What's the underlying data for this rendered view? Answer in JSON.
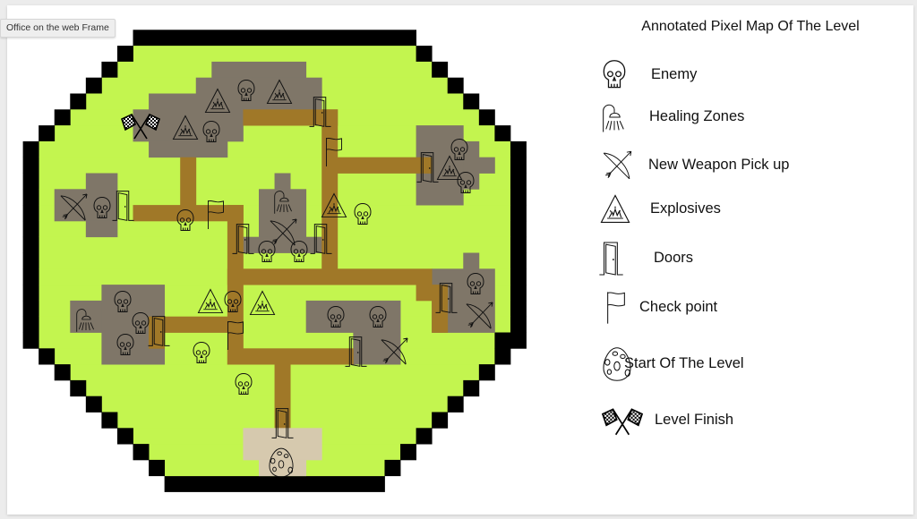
{
  "frame_tooltip": "Office on the web Frame",
  "slide": {
    "colors": {
      "ground": "#c3f54f",
      "wall": "#000000",
      "room": "#7f7668",
      "corridor": "#a07828",
      "start_room": "#d6c9ae"
    },
    "legend": {
      "title": "Annotated Pixel Map Of The Level",
      "items": [
        {
          "icon": "skull-icon",
          "label": "Enemy"
        },
        {
          "icon": "shower-icon",
          "label": "Healing Zones"
        },
        {
          "icon": "bow-arrow-icon",
          "label": "New Weapon Pick up"
        },
        {
          "icon": "explosive-warning-icon",
          "label": "Explosives"
        },
        {
          "icon": "door-icon",
          "label": "Doors"
        },
        {
          "icon": "flag-icon",
          "label": "Check point"
        },
        {
          "icon": "egg-icon",
          "label": "Start Of The Level"
        },
        {
          "icon": "checkered-flags-icon",
          "label": "Level Finish"
        }
      ]
    }
  }
}
